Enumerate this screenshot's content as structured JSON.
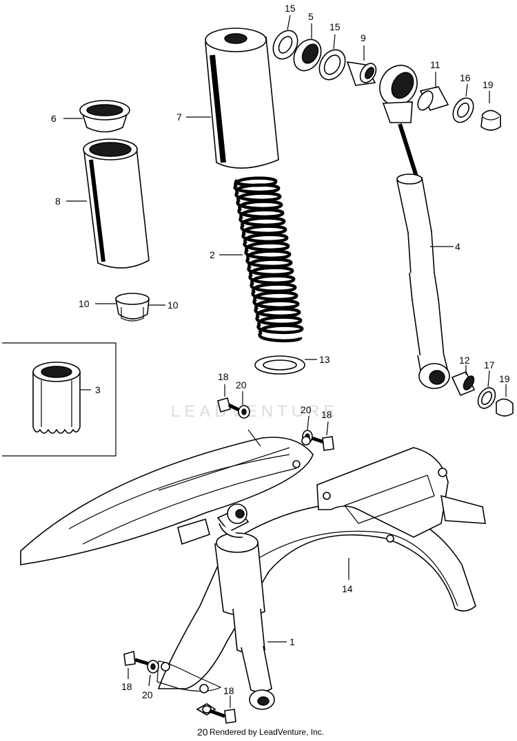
{
  "labels": {
    "p15a": "15",
    "p5": "5",
    "p15b": "15",
    "p9": "9",
    "p11": "11",
    "p16": "16",
    "p19a": "19",
    "p6": "6",
    "p7": "7",
    "p8": "8",
    "p2": "2",
    "p4": "4",
    "p10a": "10",
    "p10b": "10",
    "p13": "13",
    "p3": "3",
    "p12": "12",
    "p17": "17",
    "p19b": "19",
    "p18a": "18",
    "p20a": "20",
    "p20b": "20",
    "p18b": "18",
    "p14": "14",
    "p1": "1",
    "p18c": "18",
    "p20c": "20",
    "p18d": "18",
    "p20d": "20"
  },
  "watermark": "LEADVENTURE",
  "credit": "Rendered by LeadVenture, Inc."
}
